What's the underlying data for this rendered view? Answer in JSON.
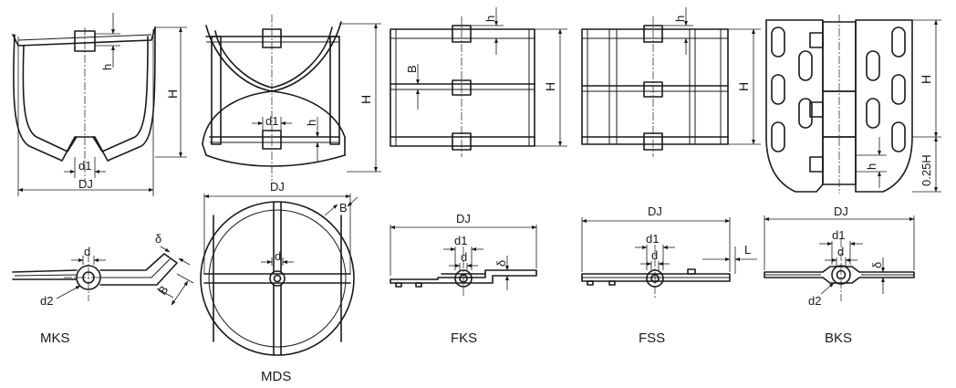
{
  "labels": {
    "H": "H",
    "h": "h",
    "B": "B",
    "d": "d",
    "d1": "d1",
    "d2": "d2",
    "DJ": "DJ",
    "L": "L",
    "delta": "δ",
    "quarterH": "0.25H"
  },
  "captions": {
    "mks": "MKS",
    "mds": "MDS",
    "fks": "FKS",
    "fss": "FSS",
    "bks": "BKS"
  }
}
